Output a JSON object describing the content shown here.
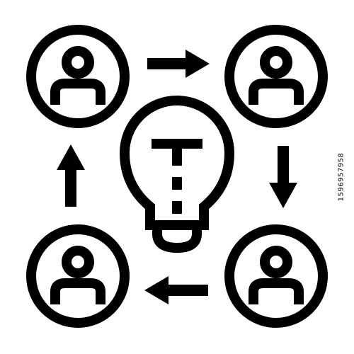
{
  "icon": {
    "name": "teamwork-idea-cycle-icon",
    "stroke_color": "#000000",
    "background": "#ffffff",
    "people_count": 4,
    "arrow_count": 4,
    "arrow_directions": [
      "right",
      "down",
      "left",
      "up"
    ]
  },
  "watermark": {
    "stock_id": "1596957958"
  }
}
